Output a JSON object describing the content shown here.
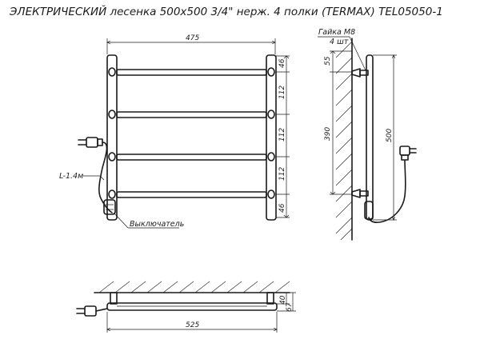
{
  "title": "ЭЛЕКТРИЧЕСКИЙ лесенка  500х500 3/4\" нерж. 4 полки (TERMAX) TEL05050-1",
  "front_view": {
    "dim_width": "475",
    "dim_spacing_top": "46",
    "dim_spacing_1": "112",
    "dim_spacing_2": "112",
    "dim_spacing_3": "112",
    "dim_spacing_bottom": "46",
    "cable_length": "L-1.4м",
    "switch_label": "Выключатель"
  },
  "side_view": {
    "nut_label": "Гайка М8",
    "nut_count": "4 шт",
    "dim_offset_top": "55",
    "dim_mount": "390",
    "dim_height": "500"
  },
  "top_view": {
    "dim_width": "525",
    "dim_depth_1": "40",
    "dim_depth_2": "67"
  }
}
